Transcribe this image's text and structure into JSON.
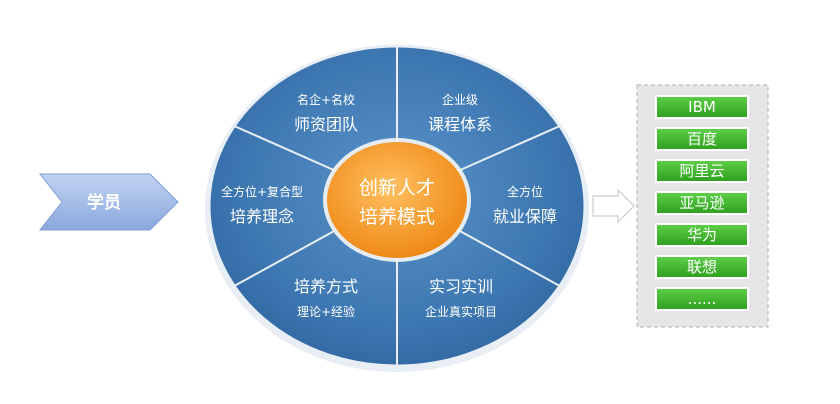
{
  "student": {
    "label": "学员"
  },
  "center": {
    "line1": "创新人才",
    "line2": "培养模式"
  },
  "segments": [
    {
      "top": "名企+名校",
      "bottom": "师资团队"
    },
    {
      "top": "企业级",
      "bottom": "课程体系"
    },
    {
      "top": "全方位",
      "bottom": "就业保障"
    },
    {
      "top": "实习实训",
      "bottom": "企业真实项目"
    },
    {
      "top": "培养方式",
      "bottom": "理论+经验"
    },
    {
      "top": "全方位+复合型",
      "bottom": "培养理念"
    }
  ],
  "companies": [
    "IBM",
    "百度",
    "阿里云",
    "亚马逊",
    "华为",
    "联想",
    "......"
  ],
  "colors": {
    "wheel": "#3d77b1",
    "wheel_dark": "#2a5e96",
    "center": "#f39a2a",
    "student": "#9fb8e6",
    "company": "#3bb528"
  }
}
